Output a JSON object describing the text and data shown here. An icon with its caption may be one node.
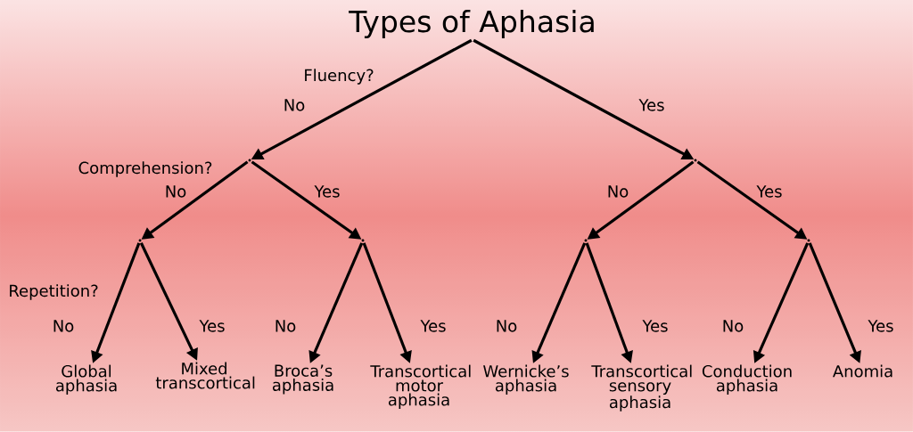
{
  "diagram": {
    "nodes": [
      {
        "text": [
          "Types of Aphasia"
        ]
      },
      {
        "text": [],
        "shape": "point"
      },
      {
        "text": [],
        "shape": "point"
      },
      {
        "text": [],
        "shape": "point"
      },
      {
        "text": [],
        "shape": "point"
      },
      {
        "text": [],
        "shape": "point"
      },
      {
        "text": [],
        "shape": "point"
      },
      {
        "text": [
          "Global aphasia"
        ]
      },
      {
        "text": [
          "Mixed transcortical"
        ]
      },
      {
        "text": [
          "Broca’s aphasia"
        ]
      },
      {
        "text": [
          "Transcortical motor aphasia"
        ]
      },
      {
        "text": [
          "Wernicke’s aphasia"
        ]
      },
      {
        "text": [
          "Transcortical sensory aphasia"
        ]
      },
      {
        "text": [
          "Conduction aphasia"
        ]
      },
      {
        "text": [
          "Anomia"
        ]
      }
    ],
    "edges": [
      {
        "from": 0,
        "to": 1,
        "arrow": "to",
        "label": "No"
      },
      {
        "from": 0,
        "to": 2,
        "arrow": "to",
        "label": "Yes"
      },
      {
        "from": 1,
        "to": 3,
        "arrow": "to",
        "label": "No"
      },
      {
        "from": 1,
        "to": 4,
        "arrow": "to",
        "label": "Yes"
      },
      {
        "from": 2,
        "to": 5,
        "arrow": "to",
        "label": "No"
      },
      {
        "from": 2,
        "to": 6,
        "arrow": "to",
        "label": "Yes"
      },
      {
        "from": 3,
        "to": 7,
        "arrow": "to",
        "label": "No"
      },
      {
        "from": 3,
        "to": 8,
        "arrow": "to",
        "label": "Yes"
      },
      {
        "from": 4,
        "to": 9,
        "arrow": "to",
        "label": "No"
      },
      {
        "from": 4,
        "to": 10,
        "arrow": "to",
        "label": "Yes"
      },
      {
        "from": 5,
        "to": 11,
        "arrow": "to",
        "label": "No"
      },
      {
        "from": 5,
        "to": 12,
        "arrow": "to",
        "label": "Yes"
      },
      {
        "from": 6,
        "to": 13,
        "arrow": "to",
        "label": "No"
      },
      {
        "from": 6,
        "to": 14,
        "arrow": "to",
        "label": "Yes"
      }
    ],
    "labels": [
      "Fluency?",
      "Comprehension?",
      "Repetition?"
    ]
  }
}
